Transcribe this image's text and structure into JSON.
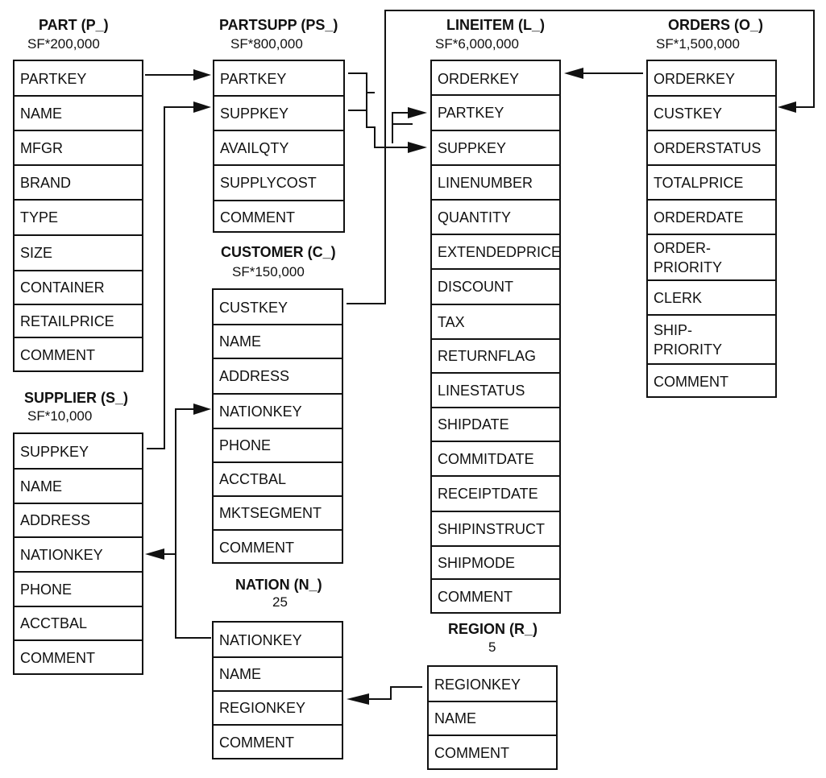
{
  "tables": {
    "part": {
      "name": "PART (P_)",
      "cardinality": "SF*200,000",
      "columns": [
        "PARTKEY",
        "NAME",
        "MFGR",
        "BRAND",
        "TYPE",
        "SIZE",
        "CONTAINER",
        "RETAILPRICE",
        "COMMENT"
      ]
    },
    "partsupp": {
      "name": "PARTSUPP (PS_)",
      "cardinality": "SF*800,000",
      "columns": [
        "PARTKEY",
        "SUPPKEY",
        "AVAILQTY",
        "SUPPLYCOST",
        "COMMENT"
      ]
    },
    "lineitem": {
      "name": "LINEITEM (L_)",
      "cardinality": "SF*6,000,000",
      "columns": [
        "ORDERKEY",
        "PARTKEY",
        "SUPPKEY",
        "LINENUMBER",
        "QUANTITY",
        "EXTENDEDPRICE",
        "DISCOUNT",
        "TAX",
        "RETURNFLAG",
        "LINESTATUS",
        "SHIPDATE",
        "COMMITDATE",
        "RECEIPTDATE",
        "SHIPINSTRUCT",
        "SHIPMODE",
        "COMMENT"
      ]
    },
    "orders": {
      "name": "ORDERS (O_)",
      "cardinality": "SF*1,500,000",
      "columns": [
        "ORDERKEY",
        "CUSTKEY",
        "ORDERSTATUS",
        "TOTALPRICE",
        "ORDERDATE",
        "ORDER-\nPRIORITY",
        "CLERK",
        "SHIP-\nPRIORITY",
        "COMMENT"
      ]
    },
    "customer": {
      "name": "CUSTOMER (C_)",
      "cardinality": "SF*150,000",
      "columns": [
        "CUSTKEY",
        "NAME",
        "ADDRESS",
        "NATIONKEY",
        "PHONE",
        "ACCTBAL",
        "MKTSEGMENT",
        "COMMENT"
      ]
    },
    "supplier": {
      "name": "SUPPLIER (S_)",
      "cardinality": "SF*10,000",
      "columns": [
        "SUPPKEY",
        "NAME",
        "ADDRESS",
        "NATIONKEY",
        "PHONE",
        "ACCTBAL",
        "COMMENT"
      ]
    },
    "nation": {
      "name": "NATION (N_)",
      "cardinality": "25",
      "columns": [
        "NATIONKEY",
        "NAME",
        "REGIONKEY",
        "COMMENT"
      ]
    },
    "region": {
      "name": "REGION (R_)",
      "cardinality": "5",
      "columns": [
        "REGIONKEY",
        "NAME",
        "COMMENT"
      ]
    }
  }
}
